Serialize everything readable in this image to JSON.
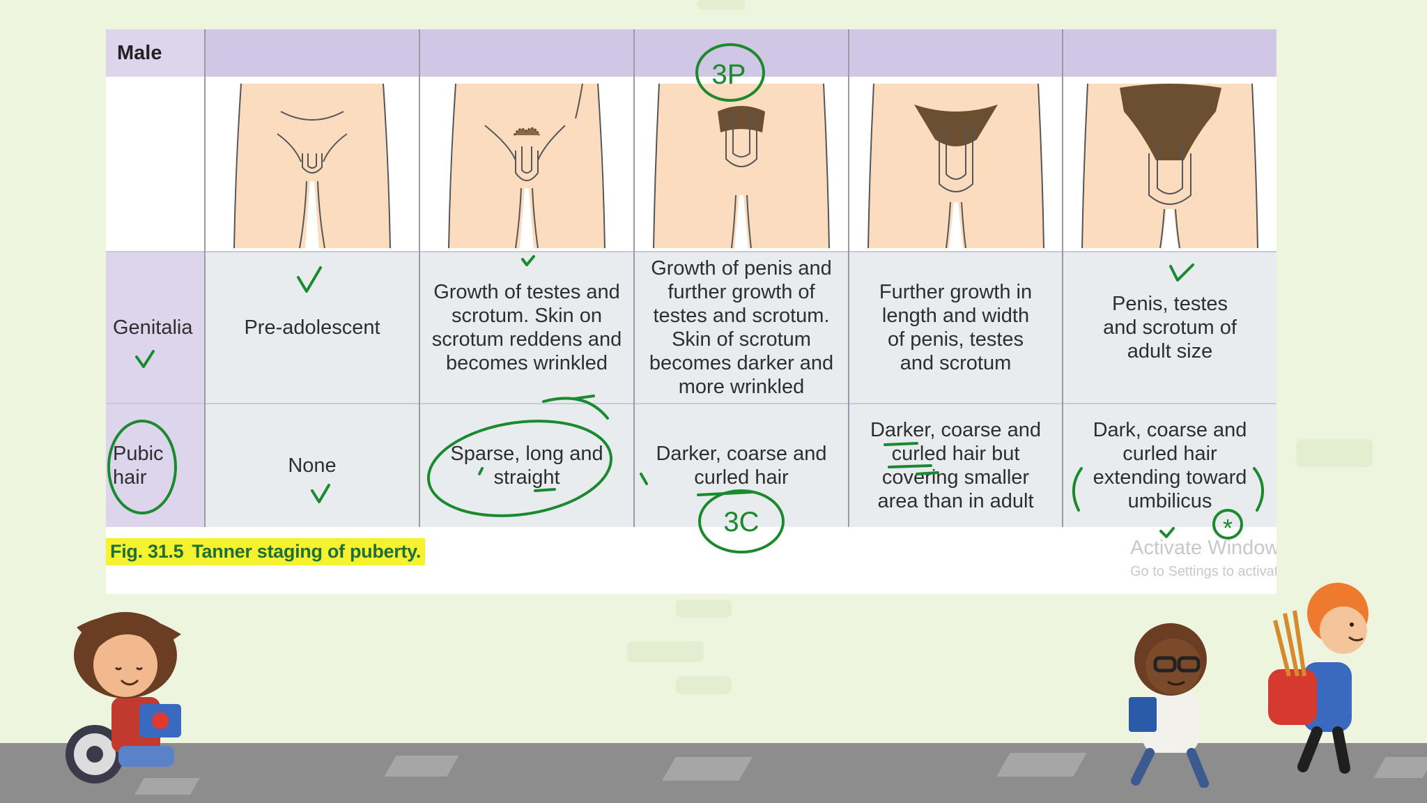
{
  "table": {
    "header_label": "Male",
    "rows": [
      {
        "label": "Genitalia",
        "cells": [
          "Pre-adolescent",
          "Growth of testes and scrotum. Skin on scrotum reddens and becomes wrinkled",
          "Growth of penis and further growth of testes and scrotum. Skin of scrotum becomes darker and more wrinkled",
          "Further growth in length and width of penis, testes and scrotum",
          "Penis, testes and scrotum of adult size"
        ]
      },
      {
        "label": "Pubic hair",
        "cells": [
          "None",
          "Sparse, long and straight",
          "Darker, coarse and curled hair",
          "Darker, coarse and curled hair but covering smaller area than in adult",
          "Dark, coarse and curled hair extending toward umbilicus"
        ]
      }
    ]
  },
  "caption": {
    "fig_number": "Fig. 31.5",
    "text": "Tanner staging of puberty."
  },
  "watermark": {
    "line1": "Activate Windows",
    "line2": "Go to Settings to activate Windows."
  },
  "annotations": {
    "stage_3p": "3P",
    "stage_3c": "3C",
    "star": "*"
  },
  "colors": {
    "header_bg": "#cfc7e3",
    "row_bg": "#e8ecef",
    "skin": "#fbdcbf",
    "ink": "#1a8a2e",
    "highlight": "#f6f22f",
    "background": "#eef5de"
  }
}
